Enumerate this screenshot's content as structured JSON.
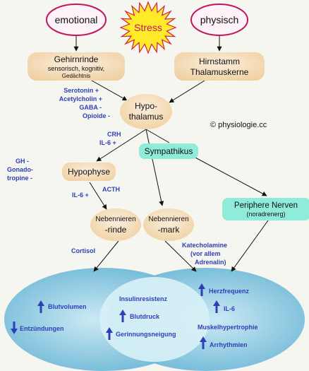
{
  "nodes": {
    "emotional": "emotional",
    "stress": "Stress",
    "physisch": "physisch",
    "gehirnrinde_title": "Gehirnrinde",
    "gehirnrinde_sub1": "sensorisch, kognitiv,",
    "gehirnrinde_sub2": "Gedächtnis",
    "hirnstamm_line1": "Hirnstamm",
    "hirnstamm_line2": "Thalamuskerne",
    "hypothalamus_line1": "Hypo-",
    "hypothalamus_line2": "thalamus",
    "sympathikus": "Sympathikus",
    "hypophyse": "Hypophyse",
    "nnrinde_line1": "Nebennieren",
    "nnrinde_line2": "-rinde",
    "nnmark_line1": "Nebennieren",
    "nnmark_line2": "-mark",
    "nerven_line1": "Periphere Nerven",
    "nerven_line2": "(noradrenerg)"
  },
  "copyright": "© physiologie.cc",
  "labels": {
    "neuro": [
      "Serotonin +",
      "Acetylcholin +",
      "GABA -",
      "Opioide -"
    ],
    "crh": "CRH",
    "il6": "IL-6 +",
    "gh": [
      "GH -",
      "Gonado-",
      "tropine -"
    ],
    "il6_2": "IL-6 +",
    "acth": "ACTH",
    "cortisol": "Cortisol",
    "kat": [
      "Katecholamine",
      "(vor allem",
      "Adrenalin)"
    ]
  },
  "effects": {
    "left": [
      {
        "text": "Blutvolumen",
        "arrow": "up"
      },
      {
        "text": "Entzündungen",
        "arrow": "down"
      }
    ],
    "center": [
      {
        "text": "Insulinresistenz",
        "arrow": "none"
      },
      {
        "text": "Blutdruck",
        "arrow": "up"
      },
      {
        "text": "Gerinnungsneigung",
        "arrow": "up"
      }
    ],
    "right": [
      {
        "text": "Herzfrequenz",
        "arrow": "up"
      },
      {
        "text": "IL-6",
        "arrow": "up"
      },
      {
        "text": "Muskelhypertrophie",
        "arrow": "none"
      },
      {
        "text": "Arrhythmien",
        "arrow": "up"
      }
    ]
  },
  "colors": {
    "pink_fill": "#fdf2f8",
    "pink_stroke": "#c0165e",
    "tan_fill": "#f7dfc0",
    "cyan_fill": "#8eecd8",
    "blue_text": "#2f3fb8",
    "venn_outer": "#7cc2dc",
    "venn_inner": "#d9f1f6",
    "star_fill": "#ffeb2a",
    "star_stroke": "#d61e3c"
  }
}
